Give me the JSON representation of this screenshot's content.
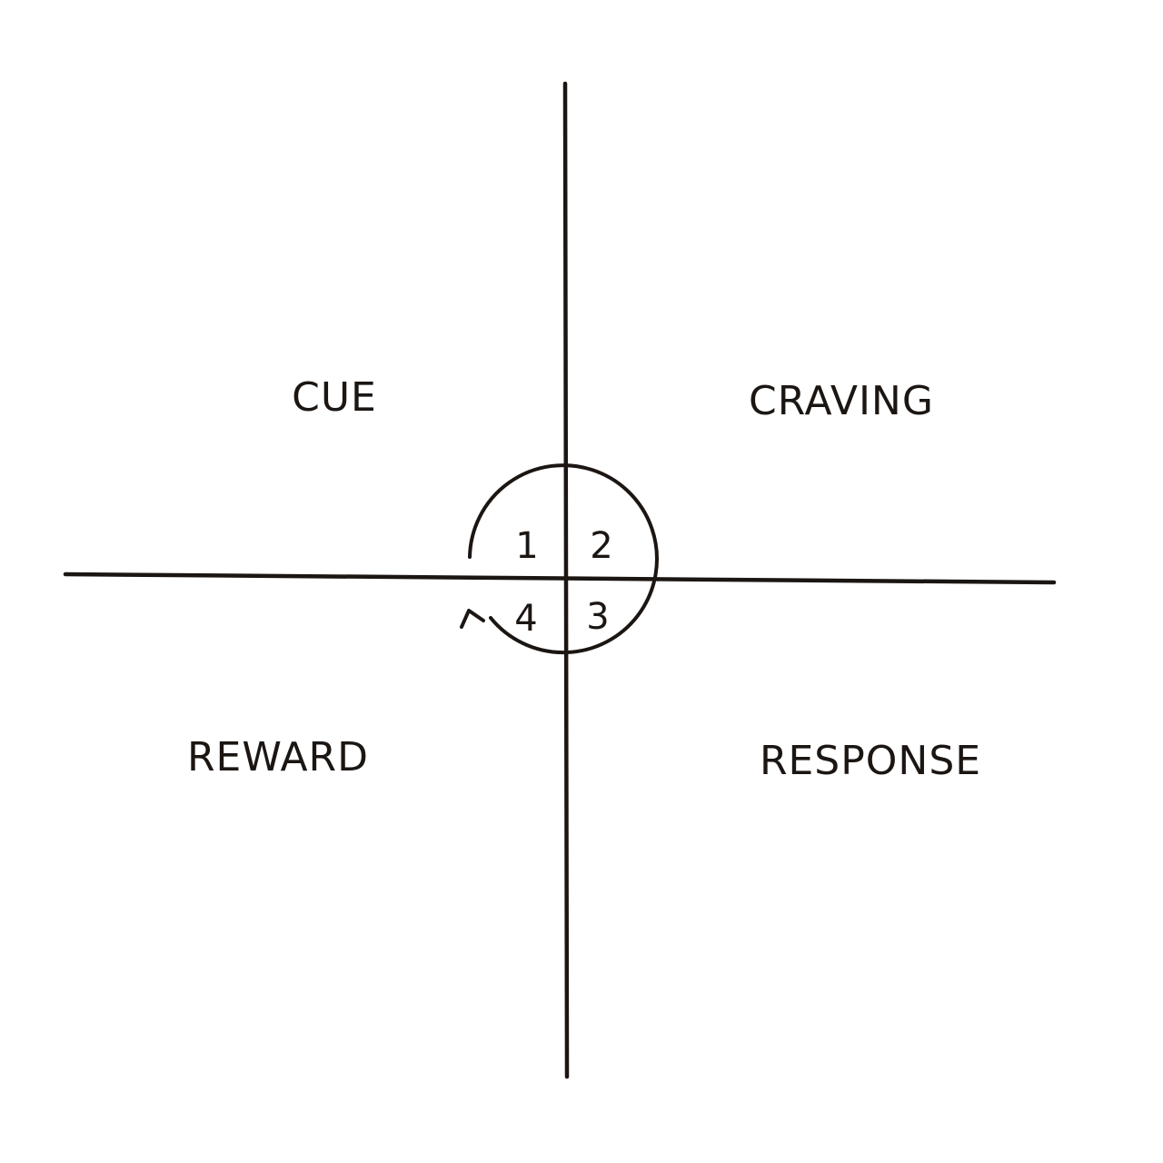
{
  "colors": {
    "ink": "#1c1613",
    "paper": "#ffffff"
  },
  "quadrants": {
    "top_left": "CUE",
    "top_right": "CRAVING",
    "bottom_right": "RESPONSE",
    "bottom_left": "REWARD"
  },
  "steps": {
    "one": "1",
    "two": "2",
    "three": "3",
    "four": "4"
  },
  "cycle_direction": "clockwise"
}
